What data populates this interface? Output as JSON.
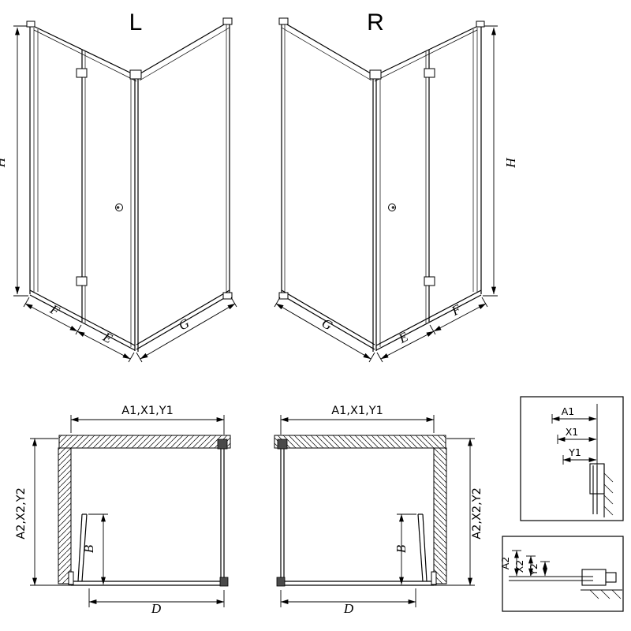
{
  "colors": {
    "line": "#000000",
    "background": "#ffffff",
    "hardware_dark": "#4a4a4a"
  },
  "view_3d_left": {
    "variant_label": "L",
    "height_label": "H",
    "front_fold_label": "F",
    "front_entry_label": "E",
    "side_label": "G"
  },
  "view_3d_right": {
    "variant_label": "R",
    "height_label": "H",
    "front_fold_label": "F",
    "front_entry_label": "E",
    "side_label": "G"
  },
  "plan_left": {
    "width_label": "A1,X1,Y1",
    "depth_label": "A2,X2,Y2",
    "fold_depth_label": "B",
    "entry_width_label": "D"
  },
  "plan_right": {
    "width_label": "A1,X1,Y1",
    "depth_label": "A2,X2,Y2",
    "fold_depth_label": "B",
    "entry_width_label": "D"
  },
  "detail_horizontal": {
    "labels": [
      "A1",
      "X1",
      "Y1"
    ]
  },
  "detail_vertical": {
    "labels": [
      "A2",
      "X2",
      "Y2"
    ]
  }
}
